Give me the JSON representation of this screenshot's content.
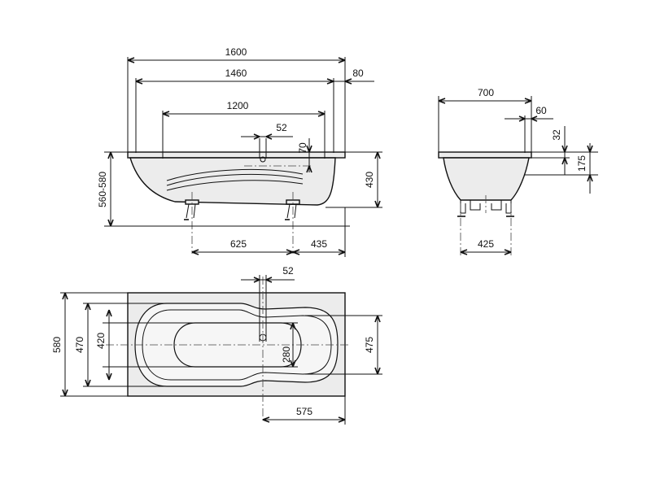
{
  "dimensions": {
    "side_total_length": "1600",
    "side_inner_length": "1460",
    "side_rim_offset": "80",
    "side_bottom_length": "1200",
    "side_drain_offset": "52",
    "side_drain_height": "70",
    "side_total_height": "560-580",
    "side_tub_height": "430",
    "side_leg_spacing": "625",
    "side_leg_end_offset": "435",
    "end_total_width": "700",
    "end_rim_width": "60",
    "end_rim_thickness": "32",
    "end_depth": "175",
    "end_leg_spacing": "425",
    "top_drain_offset": "52",
    "top_total_width": "580",
    "top_inner_width": "470",
    "top_bottom_width": "420",
    "top_drain_distance": "280",
    "top_inner_width_right": "475",
    "top_drain_to_end": "575"
  }
}
